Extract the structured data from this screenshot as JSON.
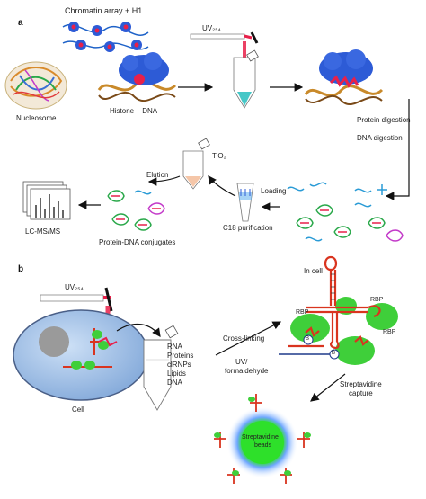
{
  "panel_a": {
    "letter": "a",
    "chromatin": "Chromatin array + H1",
    "uv": "UV₂₅₄",
    "nucleosome": "Nucleosome",
    "histone_dna": "Histone + DNA",
    "protein_digestion": "Protein digestion",
    "dna_digestion": "DNA digestion",
    "tio2": "TiO₂",
    "elution": "Elution",
    "loading": "Loading",
    "c18": "C18 purification",
    "lcms": "LC-MS/MS",
    "conjugates": "Protein-DNA conjugates"
  },
  "panel_b": {
    "letter": "b",
    "uv": "UV₂₅₄",
    "cell": "Cell",
    "tube_contents": [
      "RNA",
      "Proteins",
      "clRNPs",
      "Lipids",
      "DNA"
    ],
    "crosslinking": "Cross-linking",
    "uv_formaldehyde_1": "UV/",
    "uv_formaldehyde_2": "formaldehyde",
    "in_cell": "In cell",
    "rbp_labels": [
      "RBP",
      "RBP",
      "RBP"
    ],
    "b_label": "B",
    "streptavidine_capture_1": "Streptavidine",
    "streptavidine_capture_2": "capture",
    "beads_1": "Streptavidine",
    "beads_2": "beads"
  },
  "colors": {
    "protein": "#2d5bd6",
    "laser": "#e8204a",
    "rna": "#d9341f",
    "rbp": "#3fcf3a",
    "cell": "#a9c4e8",
    "nucleus": "#9a9a9a",
    "bead": "#2ee02a"
  }
}
